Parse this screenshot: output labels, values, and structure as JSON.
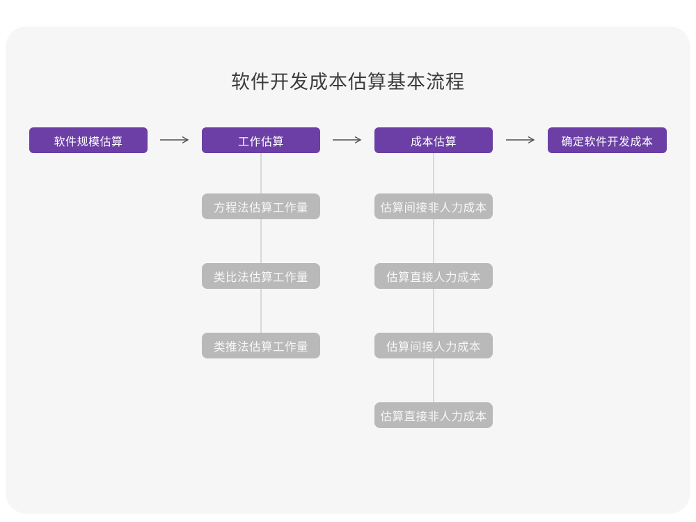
{
  "page": {
    "title": "软件开发成本估算基本流程"
  },
  "colors": {
    "accent_purple": "#6B3FA5",
    "sub_step_gray": "#b9b9b9",
    "card_background": "#f6f6f7",
    "connector_line": "#d8d8d8",
    "arrow": "#4f4f4f",
    "title_text": "#3b3b3b"
  },
  "flow": {
    "main_steps": [
      {
        "label": "软件规模估算"
      },
      {
        "label": "工作估算"
      },
      {
        "label": "成本估算"
      },
      {
        "label": "确定软件开发成本"
      }
    ],
    "work_estimation_methods": [
      {
        "label": "方程法估算工作量"
      },
      {
        "label": "类比法估算工作量"
      },
      {
        "label": "类推法估算工作量"
      }
    ],
    "cost_estimation_steps": [
      {
        "label": "估算间接非人力成本"
      },
      {
        "label": "估算直接人力成本"
      },
      {
        "label": "估算间接人力成本"
      },
      {
        "label": "估算直接非人力成本"
      }
    ]
  }
}
